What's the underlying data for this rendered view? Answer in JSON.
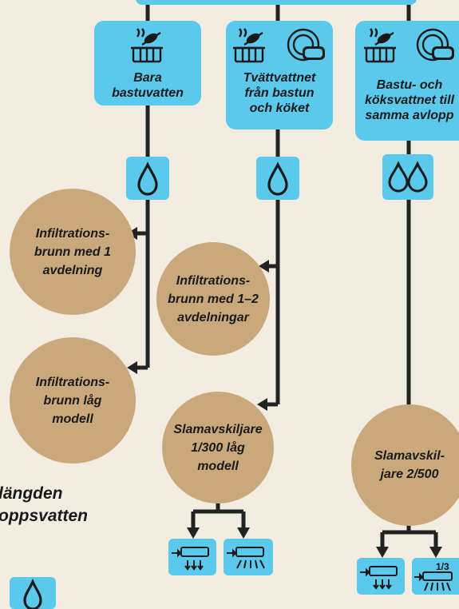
{
  "colors": {
    "background": "#f2ece1",
    "blue": "#5bc9ec",
    "tan": "#c9a97c",
    "line": "#222222"
  },
  "sources": [
    {
      "text": "Bara\nbastuvatten",
      "icons": [
        "sauna-tub-icon"
      ]
    },
    {
      "text": "Tvättvattnet\nfrån bastun\noch köket",
      "icons": [
        "sauna-tub-icon",
        "dish-sponge-icon"
      ]
    },
    {
      "text": "Bastu- och\nköksvattnet till\nsamma avlopp",
      "icons": [
        "sauna-tub-icon",
        "dish-sponge-icon"
      ]
    }
  ],
  "drop_icons": [
    "water-drop-icon",
    "water-drop-icon",
    "double-water-drop-icon"
  ],
  "treatments": [
    "Infiltrations-\nbrunn med 1\navdelning",
    "Infiltrations-\nbrunn låg\nmodell",
    "Infiltrations-\nbrunn med 1–2\navdelningar",
    "Slamavskiljare\n1/300 låg\nmodell",
    "Slamavskil-\njare 2/500"
  ],
  "outlets": [
    {
      "icon": "infiltration-pipe-icon"
    },
    {
      "icon": "dispersion-pipe-icon"
    },
    {
      "icon": "infiltration-pipe-icon"
    },
    {
      "icon": "third-dispersion-pipe-icon",
      "label": "1/3"
    }
  ],
  "legend": {
    "text": "längden\noppsvatten"
  }
}
